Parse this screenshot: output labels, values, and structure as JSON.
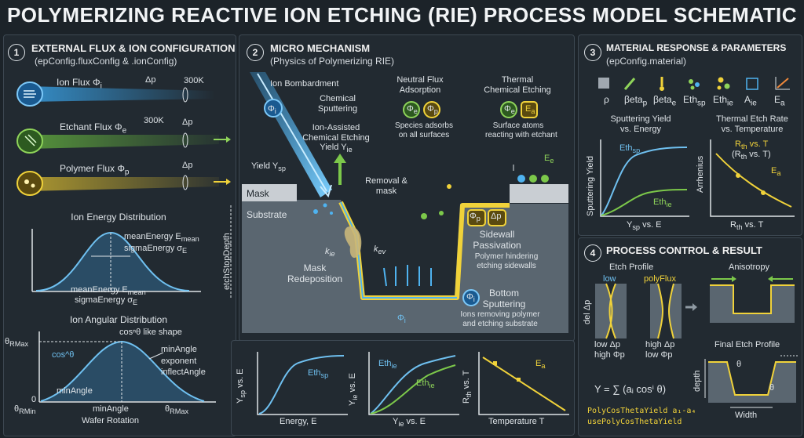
{
  "title": "POLYMERIZING REACTIVE ION ETCHING (RIE) PROCESS MODEL SCHEMATIC",
  "panel1": {
    "number": "1",
    "heading": "EXTERNAL FLUX & ION CONFIGURATION",
    "subheading": "(epConfig.fluxConfig & .ionConfig)",
    "ion_flux": "Ion Flux Φ",
    "ion_flux_sub": "i",
    "etchant_flux": "Etchant Flux Φ",
    "etchant_flux_sub": "e",
    "polymer_flux": "Polymer Flux Φ",
    "polymer_flux_sub": "p",
    "delta_p": "Δp",
    "temp": "300K",
    "energy_dist_title": "Ion Energy Distribution",
    "mean_energy": "meanEnergy E",
    "mean_energy_sub": "mean",
    "sigma_energy": "sigmaEnergy σ",
    "sigma_energy_sub": "E",
    "angular_title": "Ion Angular Distribution",
    "cos_like": "cosⁿθ like shape",
    "theta_rmax": "θ",
    "theta_rmax_sub": "RMax",
    "cos_theta": "cos^θ",
    "min_angle": "minAngle",
    "exponent": "exponent",
    "inflect_angle": "inflectAngle",
    "zero": "0",
    "theta_rmin": "θ",
    "theta_rmin_sub": "RMin",
    "wafer_rotation": "Wafer Rotation"
  },
  "panel2": {
    "number": "2",
    "heading": "MICRO MECHANISM",
    "subheading": "(Physics of Polymerizing RIE)",
    "ion_bombardment": "Ion Bombardment",
    "chemical_sputtering": "Chemical\nSputtering",
    "ion_assisted": "Ion-Assisted\nChemical Etching\nYield Y",
    "ion_assisted_sub": "ie",
    "neutral_flux": "Neutral Flux\nAdsorption",
    "species_adsorbs": "Species adsorbs\non all surfaces",
    "thermal": "Thermal\nChemical Etching",
    "surface_atoms": "Surface atoms\nreacting with etchant",
    "yield_ysp": "Yield Y",
    "yield_ysp_sub": "sp",
    "removal": "Removal &\nmask",
    "mask": "Mask",
    "substrate": "Substrate",
    "etch_stop_depth": "etchStopDepth",
    "k_ie": "k",
    "k_ie_sub": "ie",
    "k_ev": "k",
    "k_ev_sub": "ev",
    "mask_redeposition": "Mask\nRedeposition",
    "sidewall_passivation": "Sidewall\nPassivation",
    "polymer_hindering": "Polymer hindering\netching sidewalls",
    "bottom_sputtering": "Bottom\nSputtering",
    "ions_removing": "Ions removing polymer\nand etching substrate",
    "phi_i": "Φ",
    "phi_i_sub": "i",
    "phi_e": "Φ",
    "phi_e_sub": "e",
    "phi_p": "Φ",
    "phi_p_sub": "p",
    "ea": "E",
    "ea_sub": "a",
    "ee": "E",
    "ee_sub": "e",
    "delta_p": "Δp"
  },
  "bottom_charts": [
    {
      "ylabel": "Y",
      "ylabel_sub": "sp",
      "ylabel_rest": " vs. E",
      "xlabel": "Energy, E",
      "curve_label": "Eth",
      "curve_label_sub": "sp"
    },
    {
      "ylabel": "Y",
      "ylabel_sub": "ie",
      "ylabel_rest": " vs. E",
      "xlabel": "Y",
      "xlabel_sub": "ie",
      "xlabel_rest": " vs. E",
      "curve1": "Eth",
      "curve1_sub": "ie",
      "curve2": "Eth",
      "curve2_sub": "ie"
    },
    {
      "ylabel": "R",
      "ylabel_sub": "th",
      "ylabel_rest": " vs. T",
      "xlabel": "Temperature T",
      "curve_label": "E",
      "curve_label_sub": "a"
    }
  ],
  "panel3": {
    "number": "3",
    "heading": "MATERIAL RESPONSE & PARAMETERS",
    "subheading": "(epConfig.material)",
    "params": [
      {
        "label": "ρ",
        "sub": "",
        "icon": "cube-icon"
      },
      {
        "label": "βeta",
        "sub": "p",
        "icon": "wand-icon"
      },
      {
        "label": "βeta",
        "sub": "e",
        "icon": "thermometer-icon"
      },
      {
        "label": "Eth",
        "sub": "sp",
        "icon": "particles-icon"
      },
      {
        "label": "Eth",
        "sub": "ie",
        "icon": "molecule-icon"
      },
      {
        "label": "A",
        "sub": "ie",
        "icon": "area-icon"
      },
      {
        "label": "E",
        "sub": "a",
        "icon": "chart-icon"
      }
    ],
    "sputter_title": "Sputtering Yield\nvs. Energy",
    "sputter_ylabel": "Sputtering Yield",
    "sputter_xlabel": "Y",
    "sputter_xlabel_sub": "sp",
    "sputter_xlabel_rest": " vs. E",
    "eth_sp": "Eth",
    "eth_sp_sub": "sp",
    "eth_ie": "Eth",
    "eth_ie_sub": "ie",
    "thermal_title": "Thermal Etch Rate\nvs. Temperature",
    "thermal_ylabel": "Arrhenius",
    "thermal_xlabel": "R",
    "thermal_xlabel_sub": "th",
    "thermal_xlabel_rest": " vs. T",
    "rth_vs_t": "R",
    "rth_vs_t_sub": "th",
    "rth_vs_t_rest": " vs. T",
    "rth_vs_t2": "(R",
    "rth_vs_t2_sub": "th",
    "rth_vs_t2_rest": " vs. T)",
    "ea": "E",
    "ea_sub": "a"
  },
  "panel4": {
    "number": "4",
    "heading": "PROCESS CONTROL & RESULT",
    "etch_profile": "Etch Profile",
    "low": "low",
    "poly_flux": "polyFlux",
    "del_dp": "del Δp",
    "low_dp": "low Δp",
    "high_phip": "high Φp",
    "high_dp": "high Δp",
    "low_phip": "low Φp",
    "anisotropy": "Anisotropy",
    "final_profile": "Final Etch Profile",
    "depth": "depth",
    "theta": "θ",
    "width": "Width",
    "formula": "Y = ∑ (aᵢ cosⁱ θ)",
    "poly_cos": "PolyCosThetaYield a₁-a₄",
    "use_poly": "usePolyCosThetaYield"
  },
  "colors": {
    "blue": "#4fb3f0",
    "green": "#7cc84a",
    "yellow": "#f0d23a",
    "background": "#1c2329",
    "substrate": "#5a6670"
  }
}
